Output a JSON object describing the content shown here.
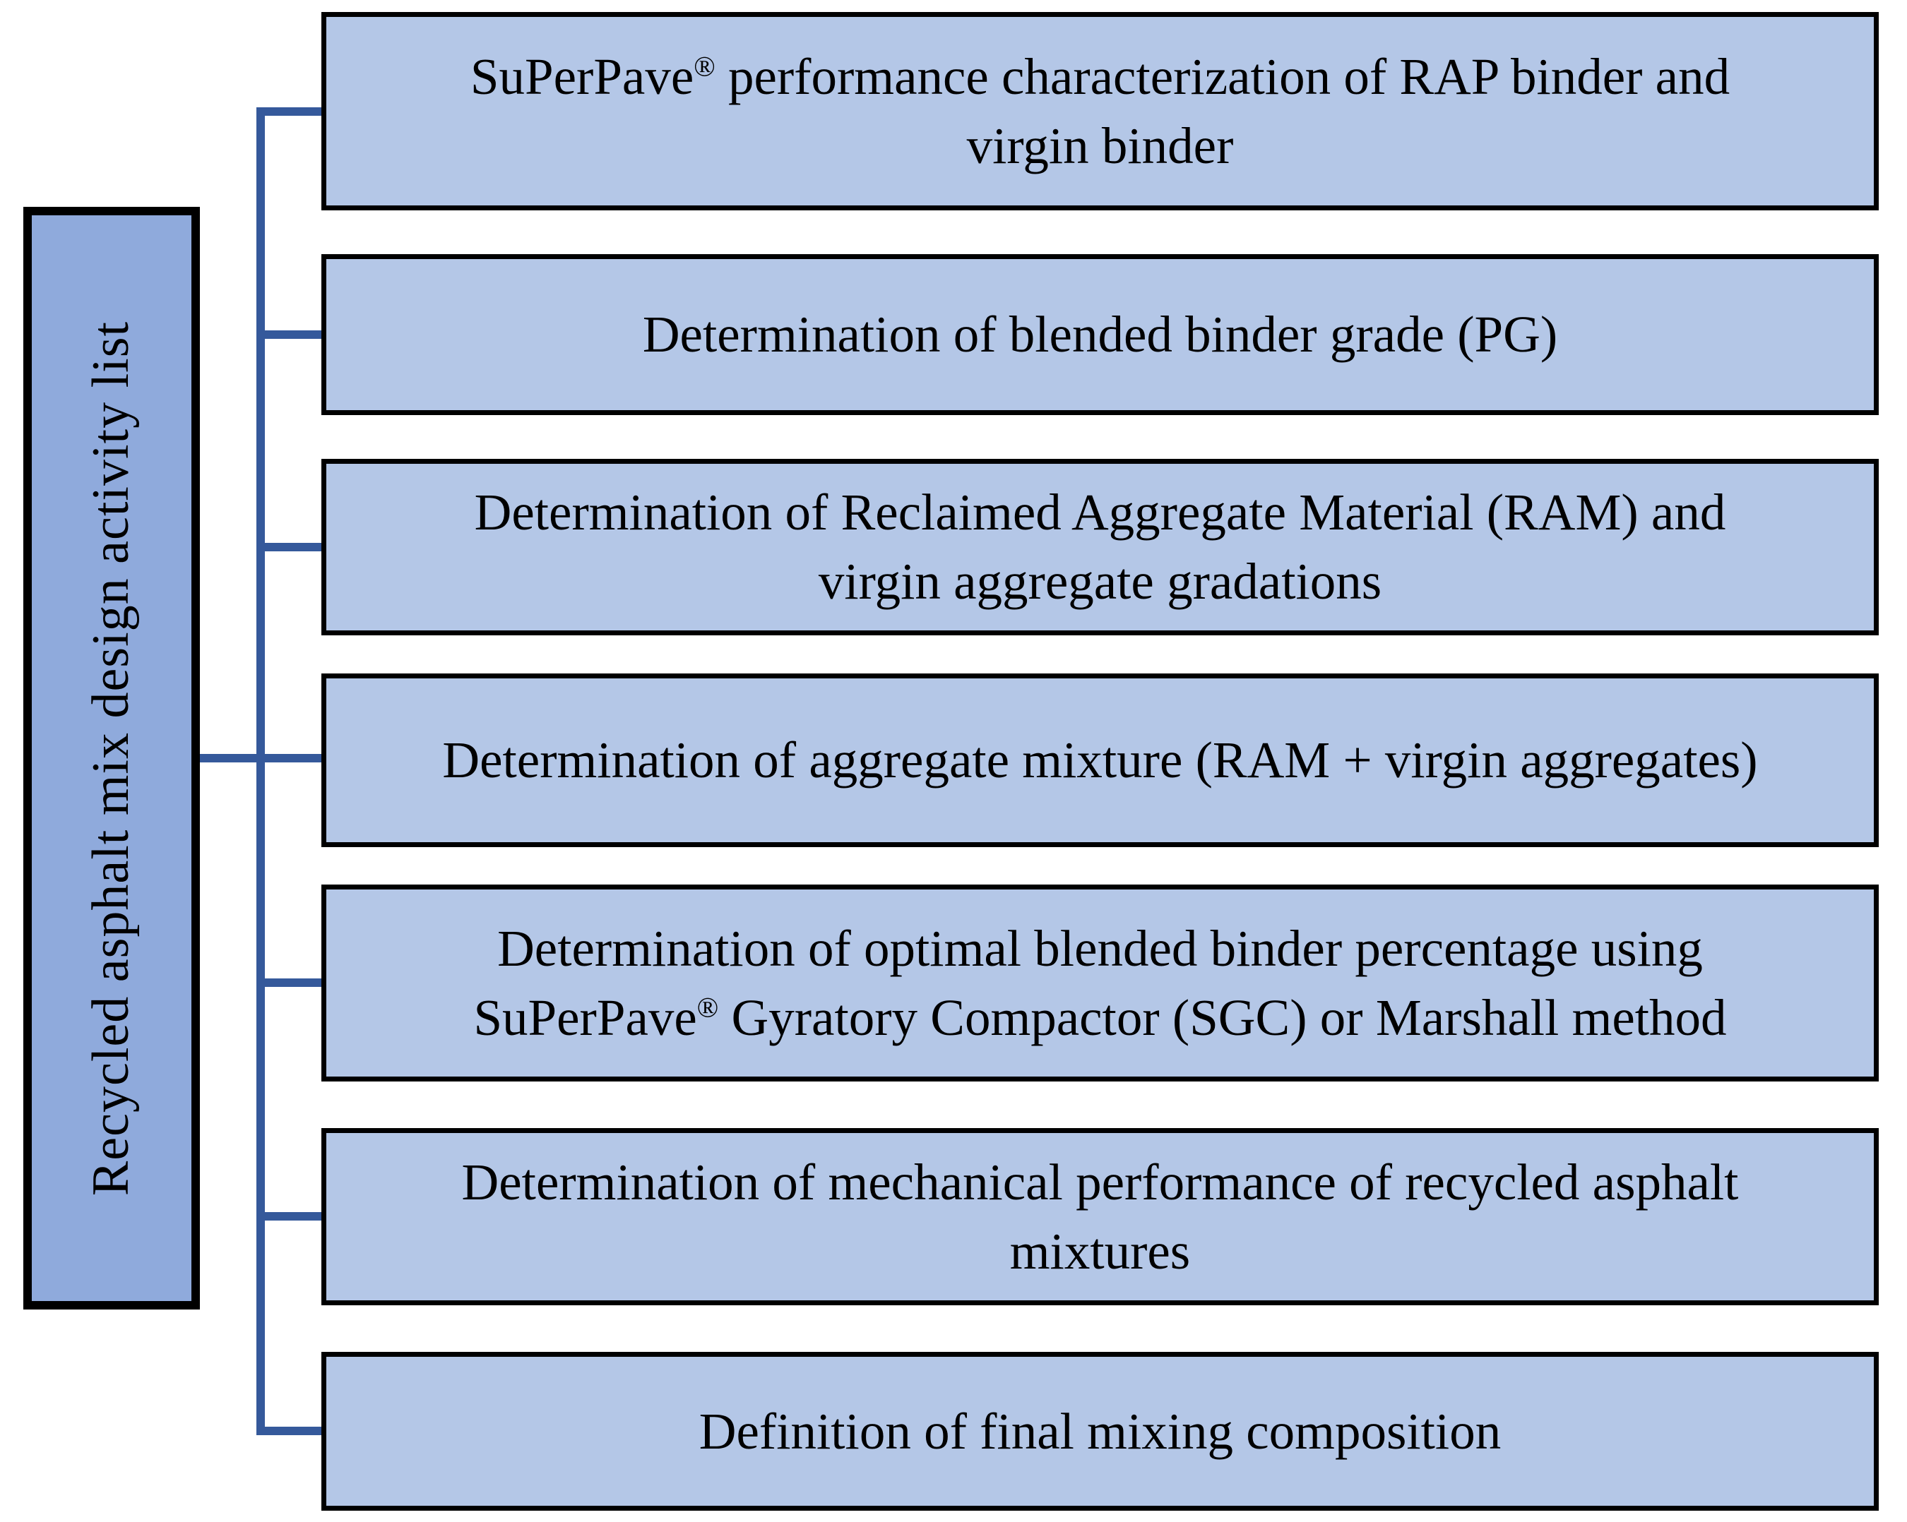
{
  "diagram": {
    "side_box": {
      "label": "Recycled asphalt mix design activity list"
    },
    "activities": [
      {
        "label": "SuPerPave® performance characterization of RAP binder and\nvirgin binder"
      },
      {
        "label": "Determination of blended binder grade (PG)"
      },
      {
        "label": "Determination of Reclaimed Aggregate Material (RAM) and\nvirgin aggregate gradations"
      },
      {
        "label": "Determination of aggregate mixture (RAM + virgin aggregates)"
      },
      {
        "label": "Determination of optimal blended binder percentage using\nSuPerPave® Gyratory Compactor (SGC) or Marshall method"
      },
      {
        "label": "Determination of mechanical performance of recycled asphalt\nmixtures"
      },
      {
        "label": "Definition of final mixing composition"
      }
    ],
    "colors": {
      "side_box_fill": "#8FAADC",
      "activity_box_fill": "#B4C7E7",
      "connector_blue": "#35599B",
      "border_black": "#000000"
    }
  }
}
